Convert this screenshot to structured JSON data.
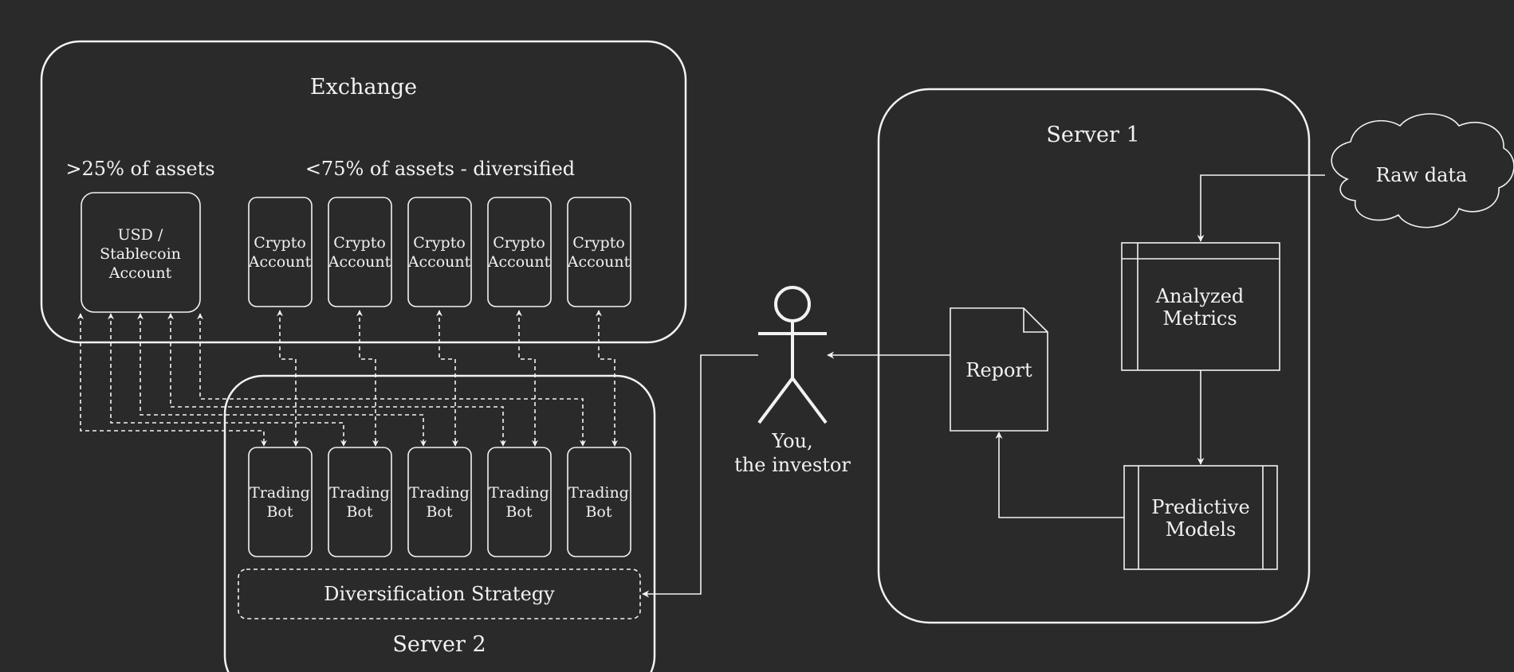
{
  "exchange": {
    "title": "Exchange",
    "left_caption": ">25% of assets",
    "right_caption": "<75% of assets - diversified",
    "usd_account": [
      "USD /",
      "Stablecoin",
      "Account"
    ],
    "crypto_accounts": [
      [
        "Crypto",
        "Account"
      ],
      [
        "Crypto",
        "Account"
      ],
      [
        "Crypto",
        "Account"
      ],
      [
        "Crypto",
        "Account"
      ],
      [
        "Crypto",
        "Account"
      ]
    ]
  },
  "server2": {
    "title": "Server 2",
    "bots": [
      [
        "Trading",
        "Bot"
      ],
      [
        "Trading",
        "Bot"
      ],
      [
        "Trading",
        "Bot"
      ],
      [
        "Trading",
        "Bot"
      ],
      [
        "Trading",
        "Bot"
      ]
    ],
    "strategy": "Diversification Strategy"
  },
  "investor": {
    "line1": "You,",
    "line2": "the investor"
  },
  "server1": {
    "title": "Server 1",
    "report": "Report",
    "analyzed": [
      "Analyzed",
      "Metrics"
    ],
    "predictive": [
      "Predictive",
      "Models"
    ]
  },
  "raw_data": "Raw data",
  "colors": {
    "background": "#2a2a2a",
    "stroke": "#f2f2f2"
  }
}
